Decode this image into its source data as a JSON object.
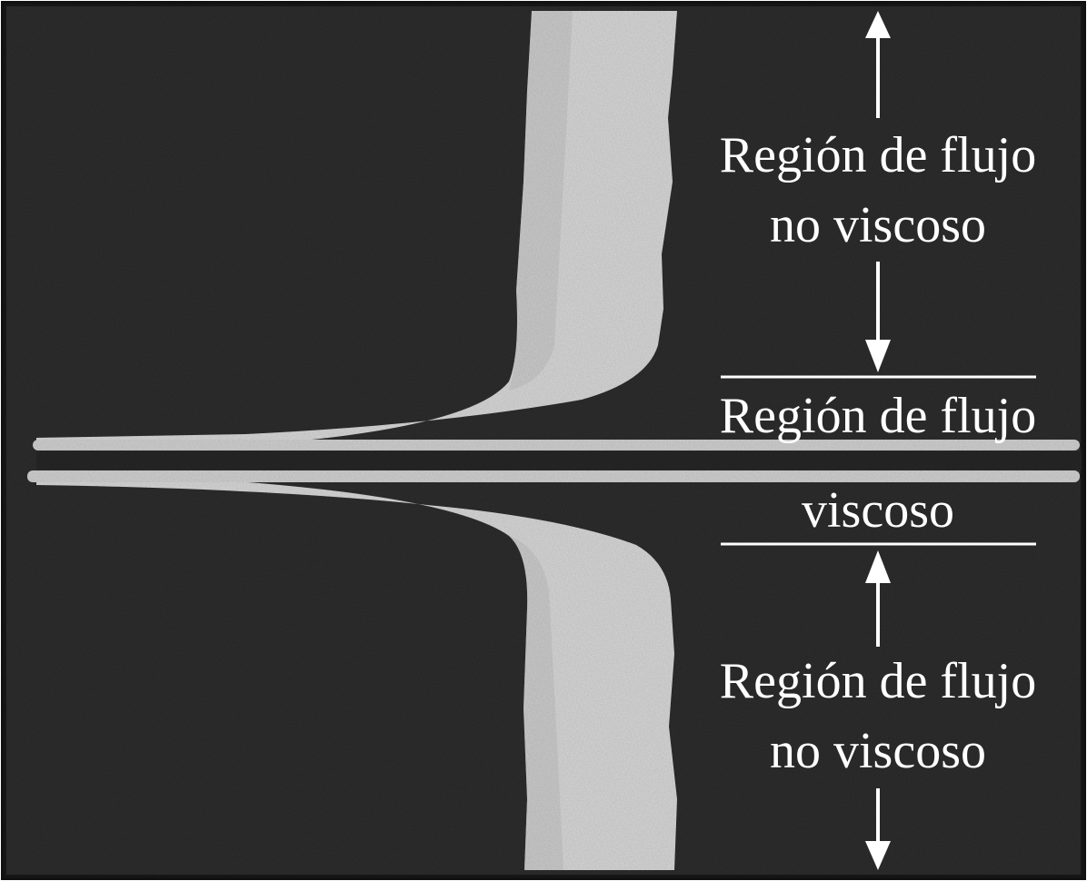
{
  "labels": {
    "upper_inviscid_line1": "Región de flujo",
    "upper_inviscid_line2": "no viscoso",
    "viscous_line1": "Región de flujo",
    "viscous_line2": "viscoso",
    "lower_inviscid_line1": "Región de flujo",
    "lower_inviscid_line2": "no viscoso"
  },
  "colors": {
    "background": "#262626",
    "streak": "#d9d9d9",
    "text": "#ffffff",
    "frame": "#111111"
  }
}
